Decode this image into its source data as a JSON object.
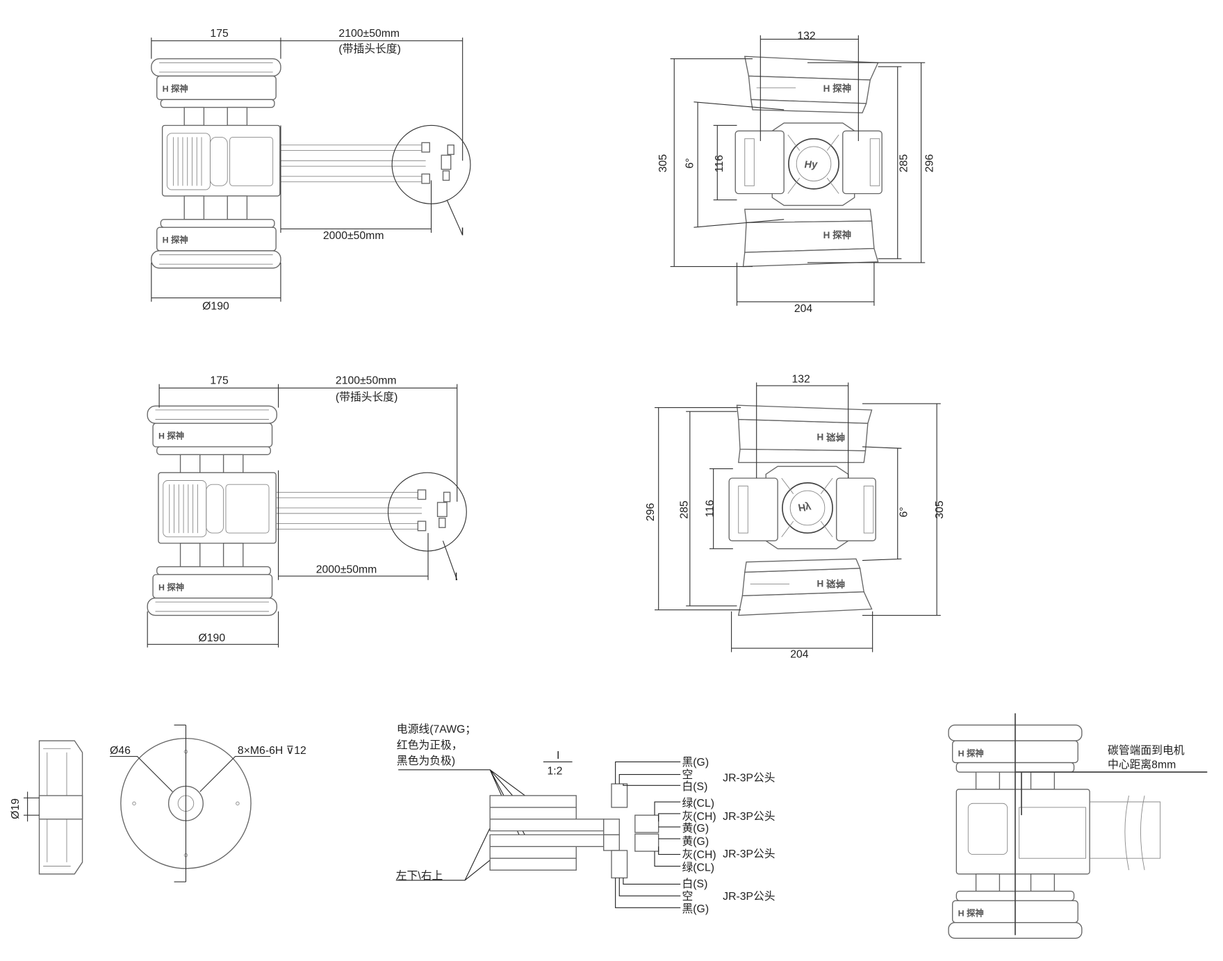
{
  "side_view_1": {
    "width_dim": "175",
    "cable_with_plug": "2100±50mm",
    "cable_with_plug_note": "(带插头长度)",
    "cable_length": "2000±50mm",
    "diameter": "Ø190",
    "detail_marker": "I"
  },
  "top_view_1": {
    "dim_top": "132",
    "dim_total_height": "305",
    "angle": "6°",
    "dim_body": "116",
    "dim_inner": "285",
    "dim_outer": "296",
    "dim_bottom": "204"
  },
  "side_view_2": {
    "width_dim": "175",
    "cable_with_plug": "2100±50mm",
    "cable_with_plug_note": "(带插头长度)",
    "cable_length": "2000±50mm",
    "diameter": "Ø190",
    "detail_marker": "I"
  },
  "top_view_2": {
    "dim_top": "132",
    "dim_outer": "296",
    "dim_inner": "285",
    "dim_body": "116",
    "angle": "6°",
    "dim_total_height": "305",
    "dim_bottom": "204"
  },
  "mount_view": {
    "shaft_diameter": "Ø19",
    "hole_circle": "Ø46",
    "screw_spec": "8×M6-6H ⊽12"
  },
  "wiring_detail": {
    "power_note": [
      "电源线(7AWG；",
      "红色为正极，",
      "黑色为负极)"
    ],
    "position_note": "左下\\右上",
    "detail_marker": "I",
    "scale": "1:2",
    "groups": [
      {
        "wires": [
          "黑(G)",
          "空",
          "白(S)"
        ],
        "connector": "JR-3P公头"
      },
      {
        "wires": [
          "绿(CL)",
          "灰(CH)",
          "黄(G)"
        ],
        "connector": "JR-3P公头"
      },
      {
        "wires": [
          "黄(G)",
          "灰(CH)",
          "绿(CL)"
        ],
        "connector": "JR-3P公头"
      },
      {
        "wires": [
          "白(S)",
          "空",
          "黑(G)"
        ],
        "connector": "JR-3P公头"
      }
    ]
  },
  "tube_view": {
    "note": [
      "碳管端面到电机",
      "中心距离8mm"
    ]
  }
}
